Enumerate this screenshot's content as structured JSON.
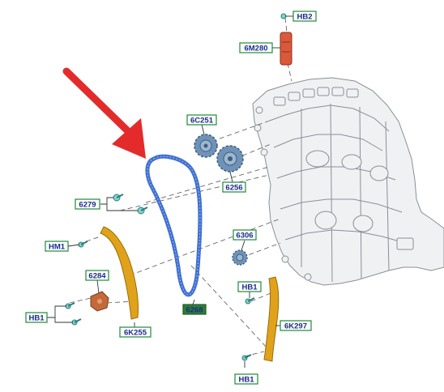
{
  "callouts": {
    "hb2": "HB2",
    "m6_280": "6M280",
    "c6_251": "6C251",
    "p6256": "6256",
    "p6279": "6279",
    "p6306": "6306",
    "hm1": "HM1",
    "p6284": "6284",
    "p6268": "6268",
    "hb1_top": "HB1",
    "k6_297": "6K297",
    "hb1_left": "HB1",
    "k6_255": "6K255",
    "hb1_bottom": "HB1"
  },
  "colors": {
    "callout_border": "#1f8a3a",
    "callout_text": "#1a2a8c",
    "callout_fill": "#ffffff",
    "highlight_fill": "#2f7d34",
    "highlight_text": "#1a2a8c",
    "chain": "#3f6fd0",
    "guide": "#e0a21a",
    "tensioner": "#c46a3a",
    "sprocket": "#6f93b6",
    "arrow": "#e32b2b",
    "leader": "#333333",
    "engine_line": "#8a8f96",
    "engine_fill": "#f0f1f3"
  },
  "icons": {
    "arrow": "red-arrow-icon",
    "bolt": "bolt-icon"
  }
}
